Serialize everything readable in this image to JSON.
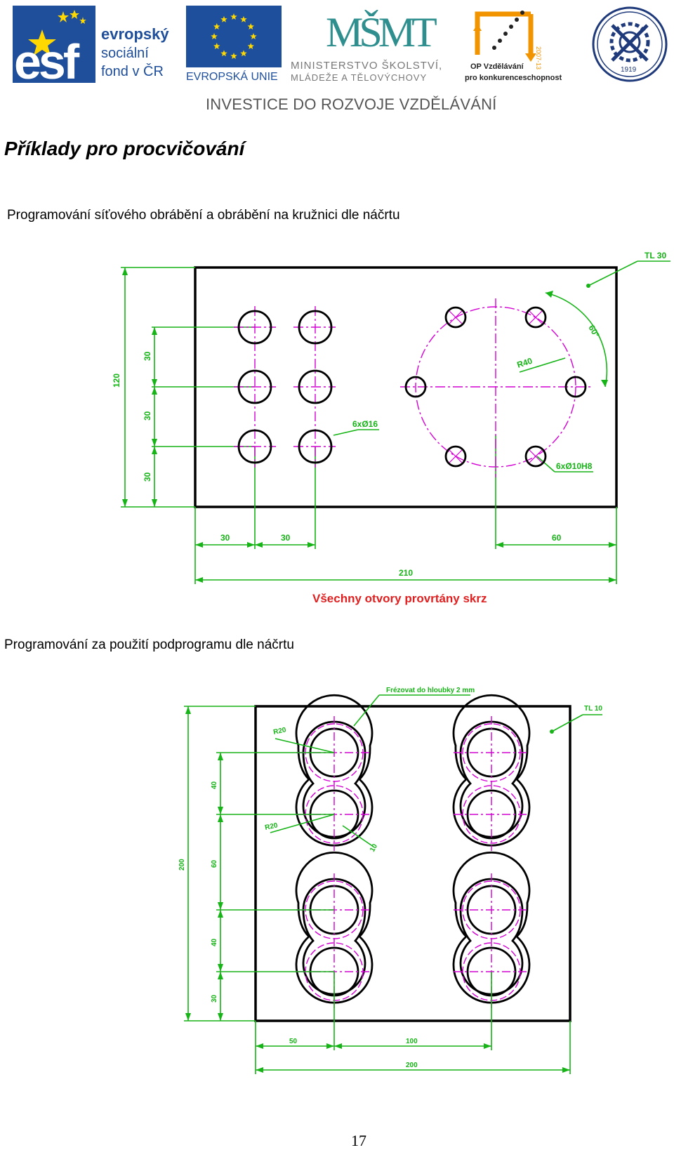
{
  "header": {
    "esf_lines": [
      "evropský",
      "sociální",
      "fond v ČR"
    ],
    "esf_mark": "esf",
    "eu_label": "EVROPSKÁ UNIE",
    "msmt_mark": "MŠMT",
    "msmt_lines": [
      "MINISTERSTVO ŠKOLSTVÍ,",
      "MLÁDEŽE A TĚLOVÝCHOVY"
    ],
    "op_lines": [
      "OP Vzdělávání",
      "pro konkurenceschopnost"
    ],
    "op_years": "2007-13",
    "seal_year": "1919",
    "investice": "INVESTICE DO ROZVOJE VZDĚLÁVÁNÍ"
  },
  "page": {
    "title": "Příklady pro procvičování",
    "subtitle1": "Programování síťového obrábění a obrábění na kružnici dle náčrtu",
    "subtitle2": "Programování za použití podprogramu dle náčrtu",
    "page_number": "17"
  },
  "drawing1": {
    "tl": "TL 30",
    "dims_vertical": [
      "120",
      "30",
      "30",
      "30"
    ],
    "dims_horizontal": [
      "30",
      "30",
      "60",
      "210"
    ],
    "hole_label": "6xØ16",
    "circle_hole_label": "6xØ10H8",
    "radius": "R40",
    "angle": "60°",
    "note": "Všechny otvory provrtány skrz"
  },
  "drawing2": {
    "tl": "TL 10",
    "milling_note": "Frézovat do hloubky 2 mm",
    "radius_top": "R20",
    "radius_mid": "R20",
    "width10": "10",
    "dims_vertical": [
      "200",
      "40",
      "60",
      "40",
      "30"
    ],
    "dims_horizontal": [
      "50",
      "100",
      "200"
    ]
  },
  "colors": {
    "esf_blue": "#1f4e9b",
    "eu_blue": "#1d4f9c",
    "eu_star": "#ffd800",
    "msmt_teal": "#2f8e8e",
    "op_orange": "#f29400",
    "dim_green": "#16b416",
    "center_magenta": "#d400d4",
    "note_red": "#e02020"
  },
  "icons": [
    "esf-logo-icon",
    "eu-flag-icon",
    "msmt-logo-icon",
    "op-logo-icon",
    "university-seal-icon"
  ]
}
